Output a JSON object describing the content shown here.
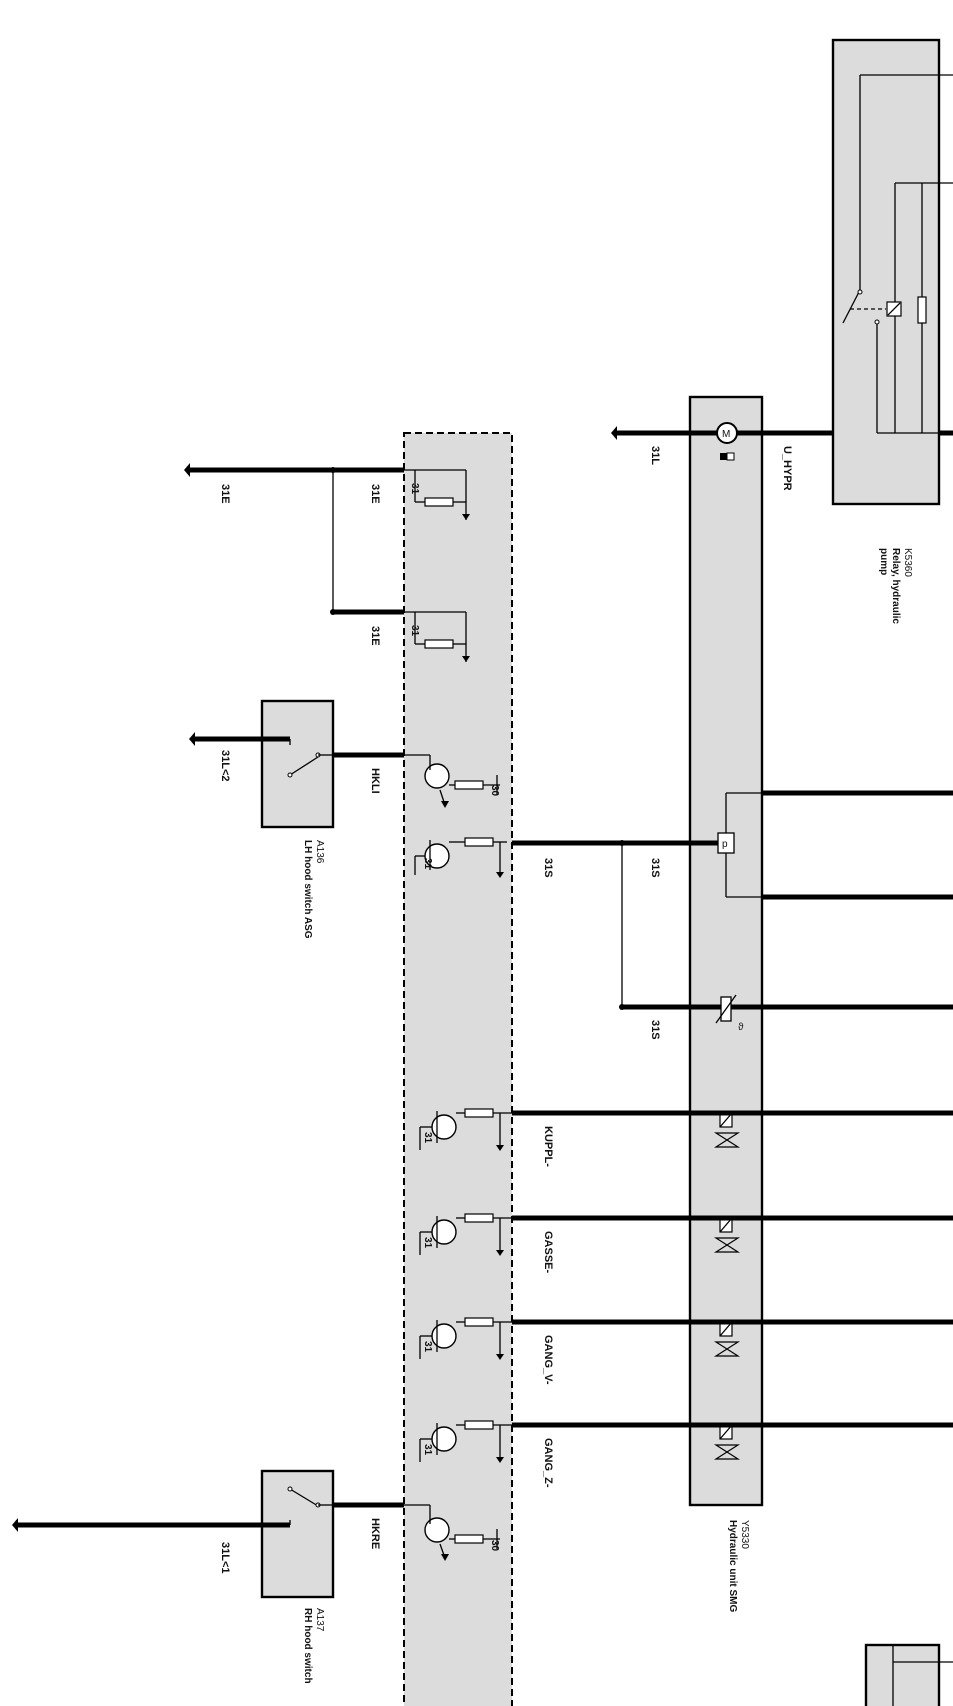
{
  "components": {
    "relay": {
      "id": "K5360",
      "desc": [
        "Relay, hydraulic",
        "pump"
      ]
    },
    "hydraulic_unit": {
      "id": "Y5330",
      "desc": "Hydraulic unit SMG"
    },
    "lh_hood_switch": {
      "id": "A136",
      "desc": "LH hood switch ASG"
    },
    "rh_hood_switch": {
      "id": "A137",
      "desc": "RH hood switch"
    }
  },
  "grounds": {
    "g31E": "31E",
    "g31L": "31L",
    "g31S": "31S",
    "g31L2": "31L<2",
    "g31L1": "31L<1"
  },
  "signals": {
    "u_hypr": "U_HYPR",
    "hkli": "HKLI",
    "hkre": "HKRE",
    "kuppl": "KUPPL-",
    "gasse": "GASSE-",
    "gang_v": "GANG_V-",
    "gang_z": "GANG_Z-"
  },
  "pins": {
    "p31": "31",
    "p30": "30"
  },
  "symbols": {
    "motor": "M",
    "pressure": "p",
    "temp": "ϑ"
  }
}
